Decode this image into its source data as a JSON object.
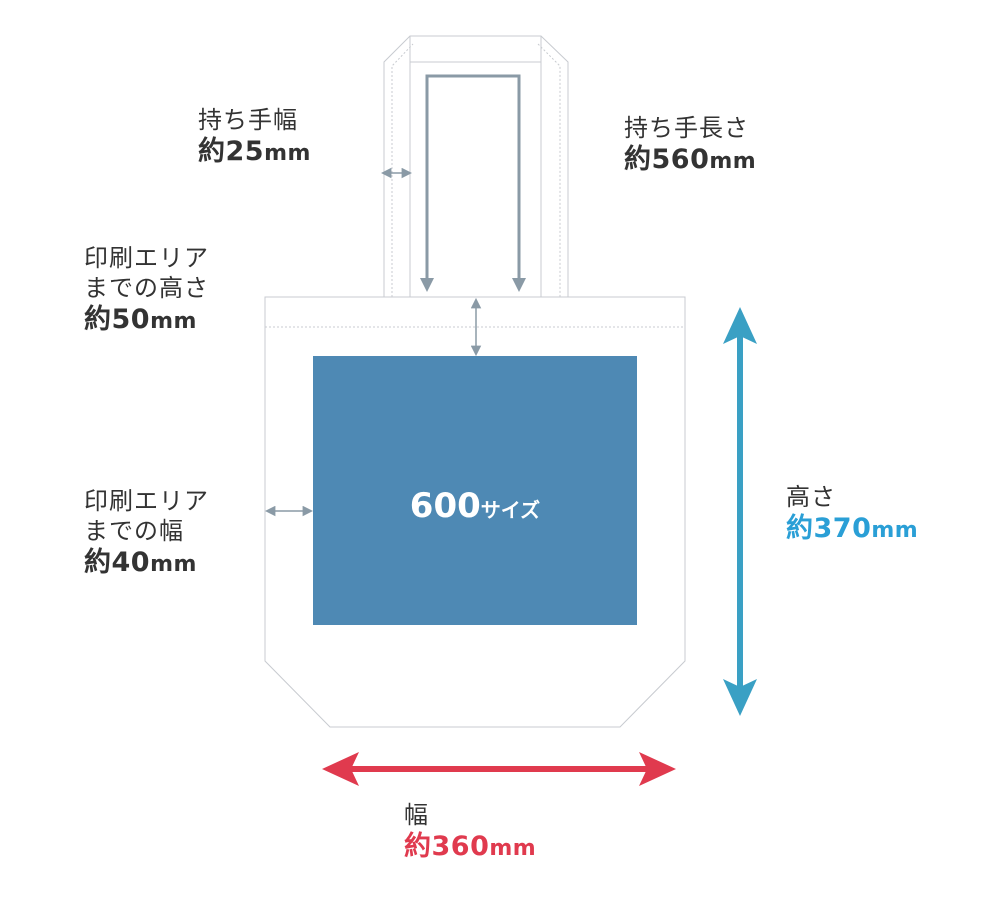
{
  "handle_width": {
    "label": "持ち手幅",
    "prefix": "約",
    "value": "25",
    "unit": "mm"
  },
  "handle_length": {
    "label": "持ち手長さ",
    "prefix": "約",
    "value": "560",
    "unit": "mm"
  },
  "print_top": {
    "label_line1": "印刷エリア",
    "label_line2": "までの高さ",
    "prefix": "約",
    "value": "50",
    "unit": "mm"
  },
  "print_side": {
    "label_line1": "印刷エリア",
    "label_line2": "までの幅",
    "prefix": "約",
    "value": "40",
    "unit": "mm"
  },
  "print_area": {
    "size": "600",
    "suffix": "サイズ"
  },
  "height": {
    "label": "高さ",
    "prefix": "約",
    "value": "370",
    "unit": "mm"
  },
  "width": {
    "label": "幅",
    "prefix": "約",
    "value": "360",
    "unit": "mm"
  },
  "colors": {
    "print_area": "#4e89b4",
    "outline": "#c8cbd0",
    "dimension_gray": "#8a9aa6",
    "height_arrow": "#3aa0c4",
    "width_arrow": "#e03a4e",
    "height_value": "#2a9fd6",
    "width_value": "#e03a4e",
    "text": "#333333"
  }
}
